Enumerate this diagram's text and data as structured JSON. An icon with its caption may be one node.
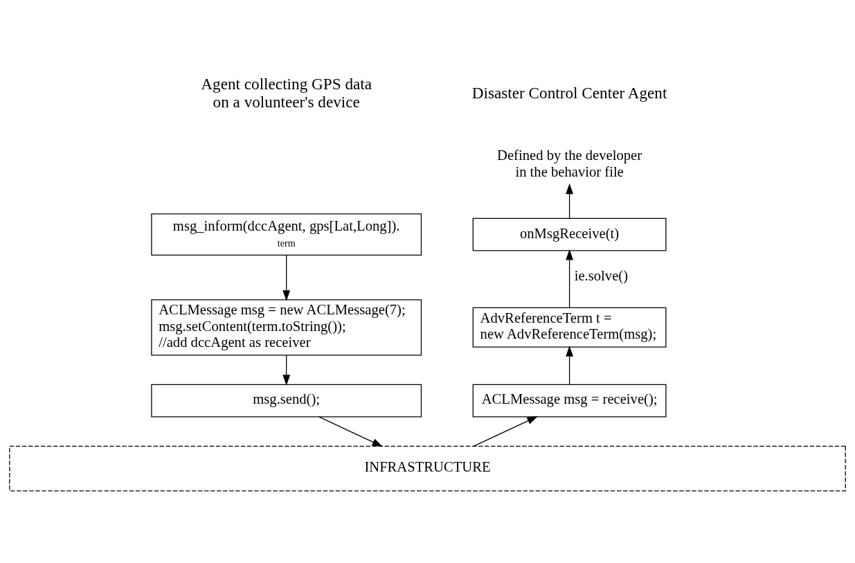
{
  "diagram": {
    "nodes": [
      {
        "text": [
          "msg_inform(dccAgent, gps[Lat,Long]).",
          "term"
        ]
      },
      {
        "text": [
          "ACLMessage msg = new ACLMessage(7); msg.setContent(term.toString()); //add dccAgent as receiver"
        ]
      },
      {
        "text": [
          "msg.send();"
        ]
      },
      {
        "text": [
          "INFRASTRUCTURE"
        ]
      },
      {
        "text": [
          "ACLMessage msg = receive();"
        ]
      },
      {
        "text": [
          "AdvReferenceTerm t = new AdvReferenceTerm(msg);"
        ]
      },
      {
        "text": [
          "onMsgReceive(t)"
        ]
      },
      {
        "text": [
          "Defined by the developer in the behavior file"
        ]
      }
    ],
    "edges": [
      {
        "from": 0,
        "to": 1,
        "arrow": "to"
      },
      {
        "from": 1,
        "to": 2,
        "arrow": "to"
      },
      {
        "from": 2,
        "to": 3,
        "arrow": "to"
      },
      {
        "from": 3,
        "to": 4,
        "arrow": "to"
      },
      {
        "from": 4,
        "to": 5,
        "arrow": "to"
      },
      {
        "from": 5,
        "to": 6,
        "arrow": "to",
        "label": "ie.solve()"
      },
      {
        "from": 6,
        "to": 7,
        "arrow": "to"
      }
    ],
    "labels": [
      "Agent collecting GPS data on a volunteer's device",
      "Disaster Control Center Agent"
    ]
  }
}
